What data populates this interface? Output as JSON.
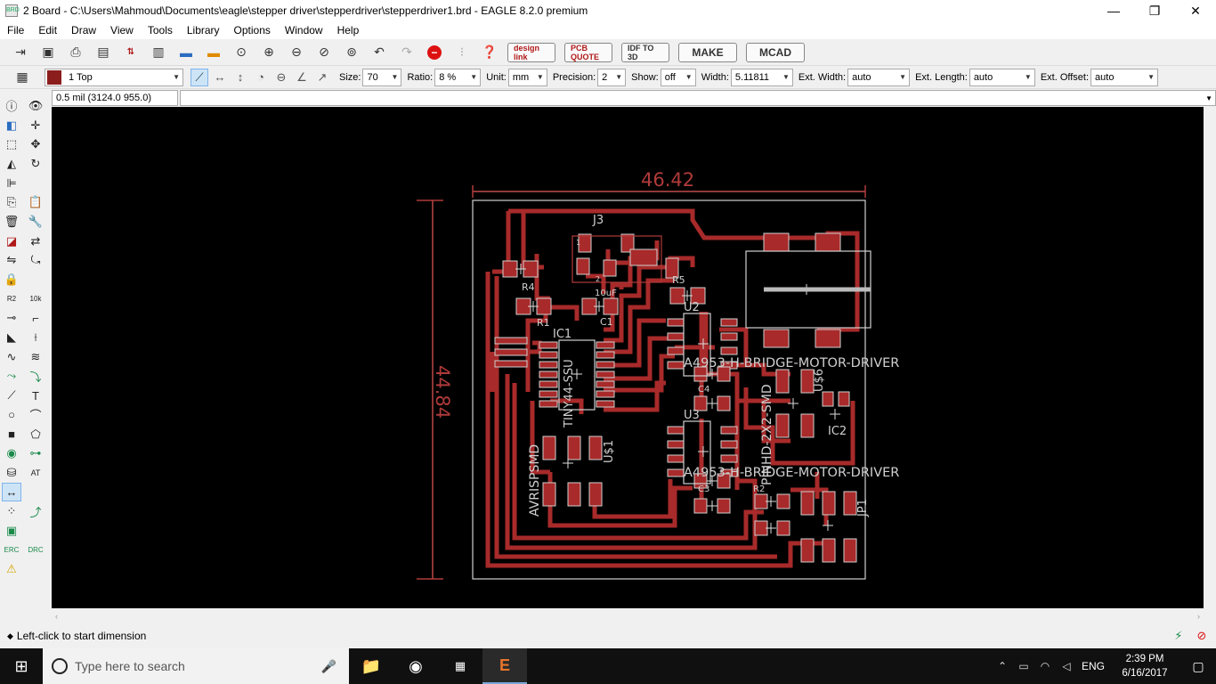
{
  "window": {
    "title": "2 Board - C:\\Users\\Mahmoud\\Documents\\eagle\\stepper driver\\stepperdriver\\stepperdriver1.brd - EAGLE 8.2.0 premium",
    "minimize_label": "—",
    "maximize_label": "❐",
    "close_label": "✕"
  },
  "menu": [
    "File",
    "Edit",
    "Draw",
    "View",
    "Tools",
    "Library",
    "Options",
    "Window",
    "Help"
  ],
  "toolbar": {
    "brand_buttons": {
      "design_link": "design link",
      "pcb_quote": "PCB QUOTE",
      "idf": "IDF TO 3D",
      "make": "MAKE",
      "mcad": "MCAD"
    }
  },
  "params": {
    "layer": "1 Top",
    "layer_color": "#8c1d1d",
    "size_label": "Size:",
    "size": "70",
    "ratio_label": "Ratio:",
    "ratio": "8 %",
    "unit_label": "Unit:",
    "unit": "mm",
    "precision_label": "Precision:",
    "precision": "2",
    "show_label": "Show:",
    "show": "off",
    "width_label": "Width:",
    "width": "5.11811",
    "ext_width_label": "Ext. Width:",
    "ext_width": "auto",
    "ext_length_label": "Ext. Length:",
    "ext_length": "auto",
    "ext_offset_label": "Ext. Offset:",
    "ext_offset": "auto"
  },
  "command": {
    "coordinates": "0.5 mil (3124.0 955.0)"
  },
  "board": {
    "dim_width": "46.42",
    "dim_height": "44.84",
    "labels": {
      "j3": "J3",
      "r4": "R4",
      "r1": "R1",
      "r5": "R5",
      "c1": "C1",
      "cap_value": "10uF",
      "ic1": "IC1",
      "ic1_value": "TINY44-SSU",
      "u1": "U$1",
      "u2": "U2",
      "u3": "U3",
      "c4": "C4",
      "c3": "C3",
      "r2": "R2",
      "u6": "U$6",
      "ic2": "IC2",
      "jp1": "JP1",
      "driver1": "A4953-H-BRIDGE-MOTOR-DRIVER",
      "driver2": "A4953-H-BRIDGE-MOTOR-DRIVER",
      "isp": "AVRISPSMD",
      "pinhd": "PINHD-2X2-SMD",
      "pad_one": "1",
      "pad_two": "2"
    },
    "colors": {
      "trace": "#a82a2a",
      "outline": "#d0d0d0"
    }
  },
  "status": {
    "message": "Left-click to start dimension"
  },
  "taskbar": {
    "search_placeholder": "Type here to search",
    "language": "ENG",
    "time": "2:39 PM",
    "date": "6/16/2017"
  }
}
